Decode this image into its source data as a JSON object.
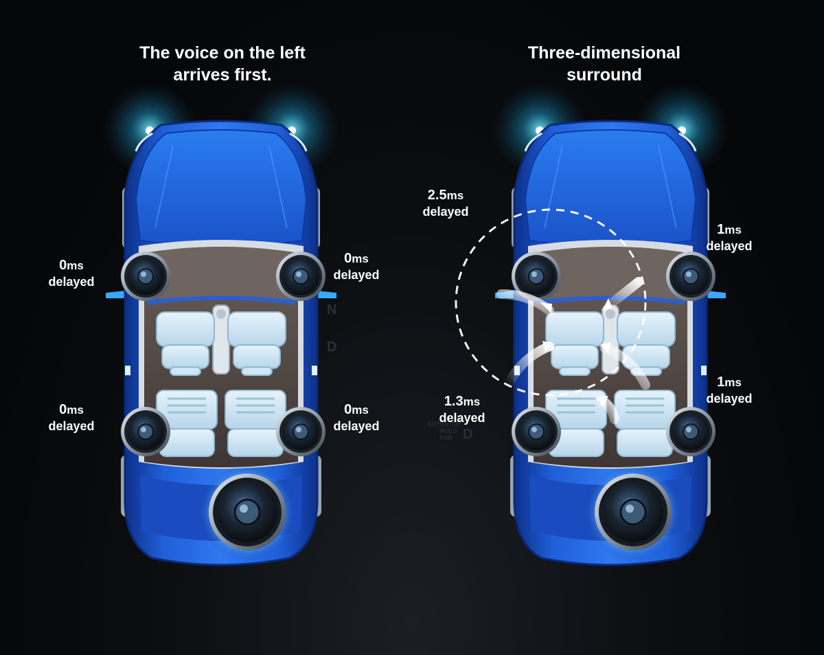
{
  "left_panel": {
    "title_line1": "The voice on the left",
    "title_line2": "arrives first.",
    "labels": [
      {
        "value": "0",
        "unit": "ms",
        "text": "delayed"
      },
      {
        "value": "0",
        "unit": "ms",
        "text": "delayed"
      },
      {
        "value": "0",
        "unit": "ms",
        "text": "delayed"
      },
      {
        "value": "0",
        "unit": "ms",
        "text": "delayed"
      }
    ]
  },
  "right_panel": {
    "title_line1": "Three-dimensional",
    "title_line2": "surround",
    "labels": [
      {
        "value": "2.5",
        "unit": "ms",
        "text": "delayed"
      },
      {
        "value": "1",
        "unit": "ms",
        "text": "delayed"
      },
      {
        "value": "1.3",
        "unit": "ms",
        "text": "delayed"
      },
      {
        "value": "1",
        "unit": "ms",
        "text": "delayed"
      }
    ]
  },
  "dashboard": {
    "gear_n": "N",
    "gear_d": "D",
    "autostop_line1": "AUTOSTOP",
    "autostop_line2": "HOLD",
    "autostop_line3": "FOR",
    "autostop_gear": "D"
  },
  "colors": {
    "car_body": "#1f5fd8",
    "car_dark": "#0d2f8a",
    "car_light": "#3a8cff",
    "seat": "#cfe6f5",
    "speaker_glow": "#7fd0ff"
  }
}
